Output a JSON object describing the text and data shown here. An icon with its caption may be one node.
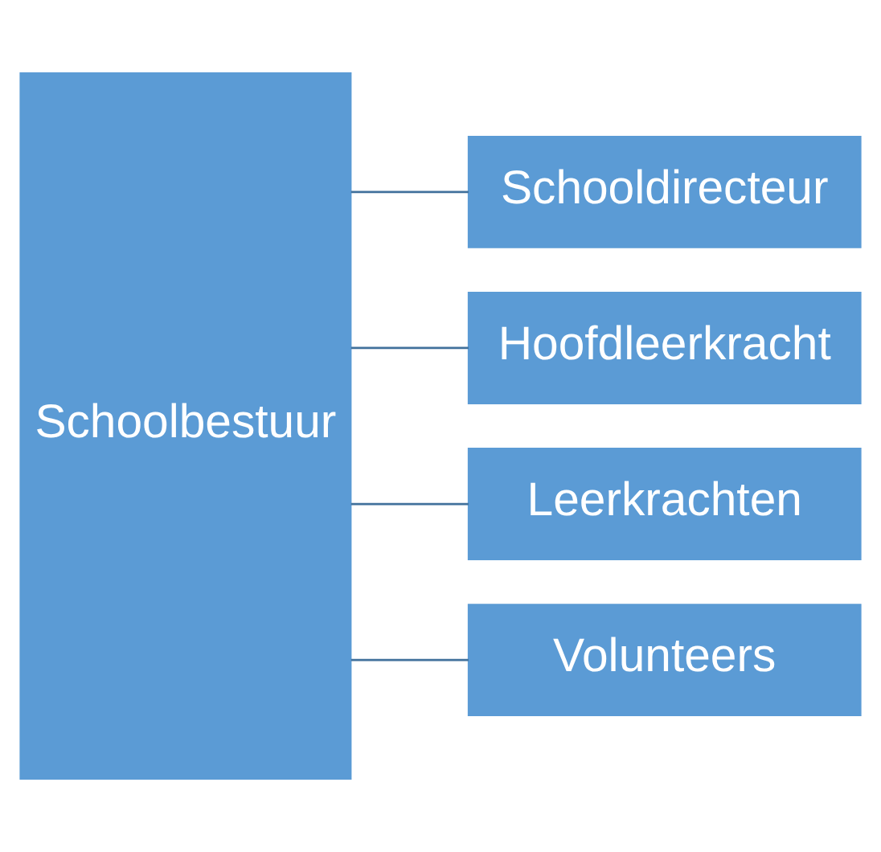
{
  "diagram": {
    "nodes": [
      {
        "text": [
          "Schoolbestuur"
        ]
      },
      {
        "text": [
          "Schooldirecteur"
        ]
      },
      {
        "text": [
          "Hoofdleerkracht"
        ]
      },
      {
        "text": [
          "Leerkrachten"
        ]
      },
      {
        "text": [
          "Volunteers"
        ]
      }
    ],
    "edges": [
      {
        "from": 0,
        "to": 1,
        "arrow": "none"
      },
      {
        "from": 0,
        "to": 2,
        "arrow": "none"
      },
      {
        "from": 0,
        "to": 3,
        "arrow": "none"
      },
      {
        "from": 0,
        "to": 4,
        "arrow": "none"
      }
    ]
  }
}
